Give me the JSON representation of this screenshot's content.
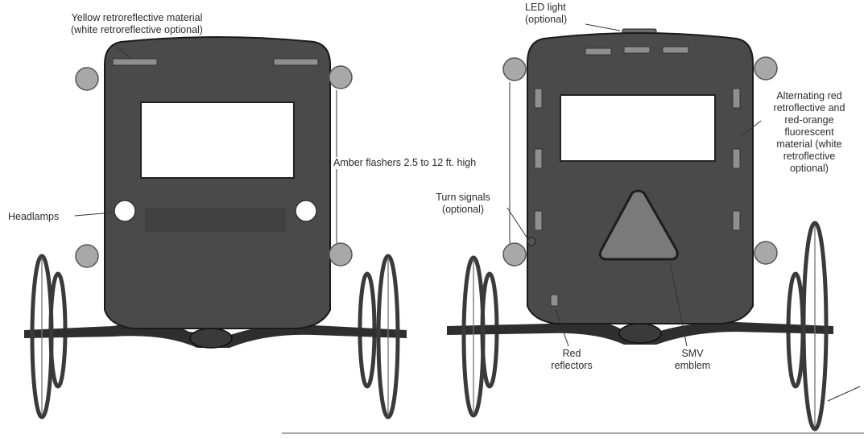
{
  "labels": {
    "yellow_material_line1": "Yellow retroreflective material",
    "yellow_material_line2": "(white retroreflective optional)",
    "led_line1": "LED light",
    "led_line2": "(optional)",
    "alternating_line1": "Alternating red",
    "alternating_line2": "retroflective and",
    "alternating_line3": "red-orange",
    "alternating_line4": "fluorescent",
    "alternating_line5": "material (white",
    "alternating_line6": "retroflective",
    "alternating_line7": "optional)",
    "amber_flashers": "Amber flashers 2.5 to 12 ft. high",
    "turn_signals_line1": "Turn signals",
    "turn_signals_line2": "(optional)",
    "headlamps": "Headlamps",
    "red_reflectors_line1": "Red",
    "red_reflectors_line2": "reflectors",
    "smv_line1": "SMV",
    "smv_line2": "emblem"
  }
}
